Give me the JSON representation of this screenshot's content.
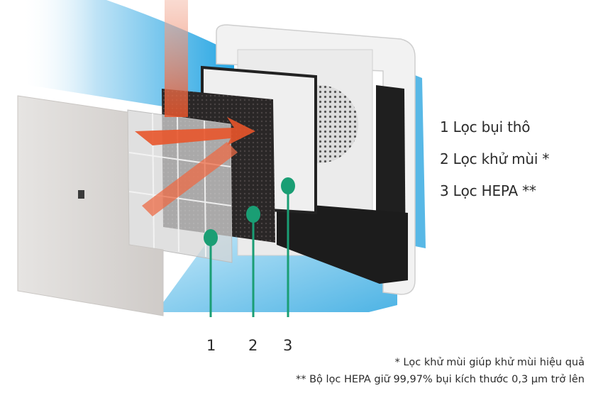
{
  "legend": {
    "items": [
      {
        "number": "1",
        "label": "Lọc bụi thô",
        "marker": "",
        "text": "1 Lọc bụi thô"
      },
      {
        "number": "2",
        "label": "Lọc khử mùi",
        "marker": "*",
        "text": "2 Lọc khử mùi *"
      },
      {
        "number": "3",
        "label": "Lọc HEPA",
        "marker": "**",
        "text": "3 Lọc HEPA **"
      }
    ]
  },
  "callouts": [
    {
      "label": "1",
      "target": "coarse-dust-filter"
    },
    {
      "label": "2",
      "target": "deodorizing-filter"
    },
    {
      "label": "3",
      "target": "hepa-filter"
    }
  ],
  "footnotes": [
    "* Lọc khử mùi giúp khử mùi hiệu quả",
    "** Bộ lọc HEPA giữ 99,97% bụi kích thước 0,3 µm trở lên"
  ],
  "colors": {
    "airflow_blue": "#3fb0e6",
    "airflow_red": "#e8552b",
    "callout_green": "#1a9e74",
    "deodorizing_filter": "#2a2727",
    "hepa_filter": "#eeeeee",
    "cover_panel": "#d9d6d3"
  }
}
